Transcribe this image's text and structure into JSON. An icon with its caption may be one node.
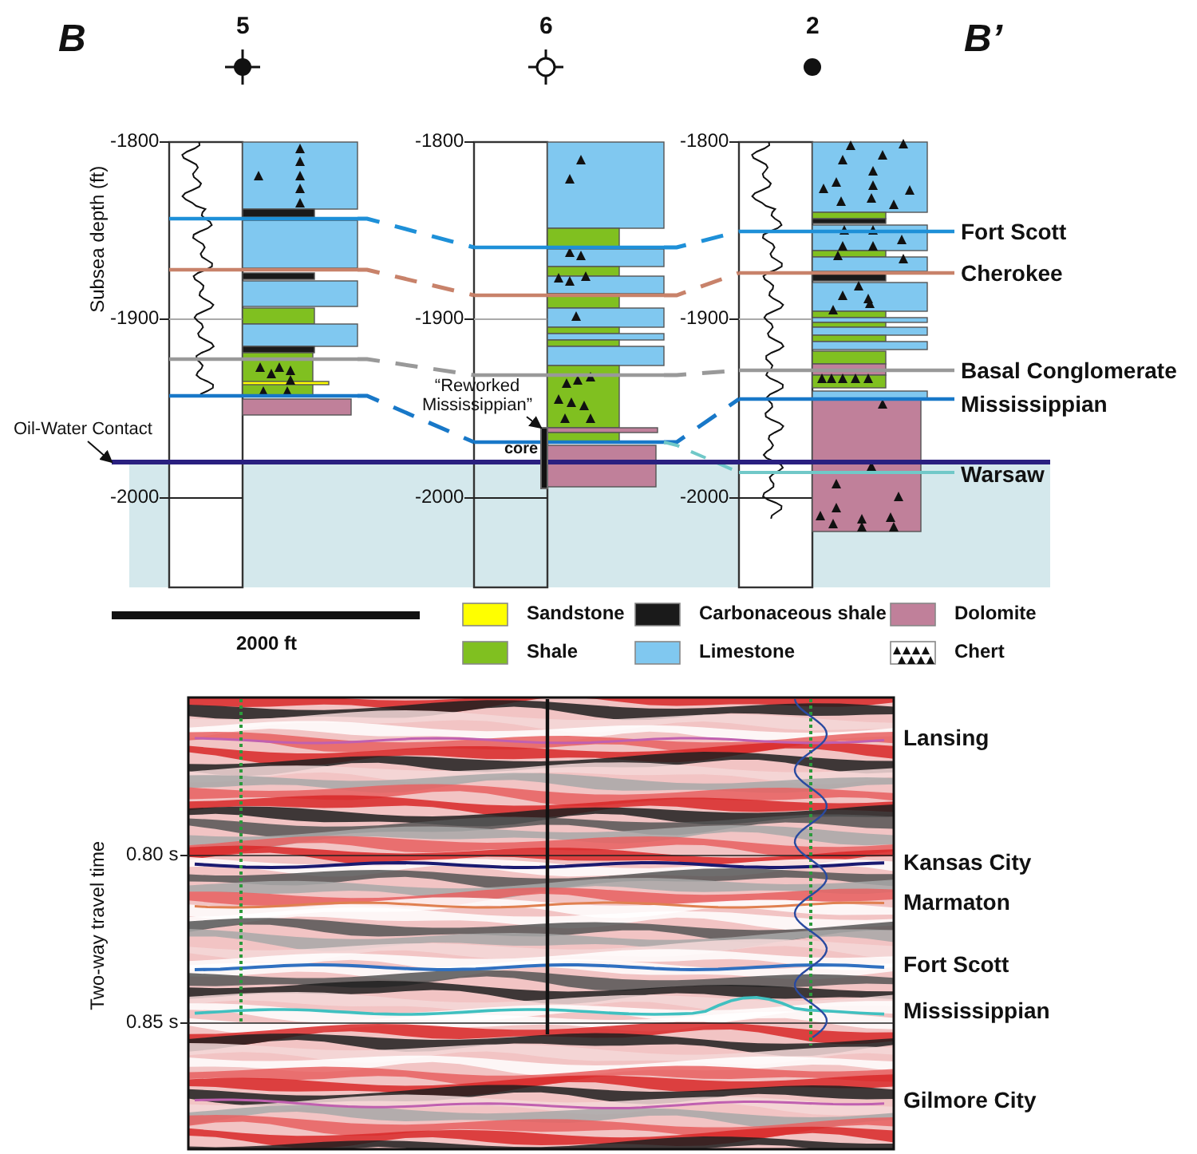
{
  "diagram": {
    "nodes": [
      {
        "text": [
          "Oil-Water Contact"
        ]
      },
      {
        "text": [
          "“Reworked Mississippian”"
        ]
      },
      {
        "text": [],
        "shape": "line"
      },
      {
        "text": [],
        "shape": "bar"
      }
    ],
    "edges": [
      {
        "from": 0,
        "to": 2,
        "arrow": "to"
      },
      {
        "from": 1,
        "to": 3,
        "arrow": "to"
      }
    ],
    "labels": [
      "B",
      "5",
      "6",
      "2",
      "B’",
      "-1800",
      "-1800",
      "-1800",
      "Fort Scott",
      "Cherokee",
      "Subsea depth (ft)",
      "-1900",
      "-1900",
      "-1900",
      "Basal Conglomerate",
      "Mississippian",
      "core",
      "Warsaw",
      "-2000",
      "-2000",
      "-2000",
      "2000 ft",
      "Lansing",
      "Two-way travel time",
      "0.80 s",
      "Kansas City",
      "Marmaton",
      "Fort Scott",
      "0.85 s",
      "Mississippian",
      "Gilmore City"
    ],
    "legend": [
      {
        "text": "Sandstone",
        "color": "#ffff00"
      },
      {
        "text": "Carbonaceous shale",
        "color": "#1a1a1a"
      },
      {
        "text": "Dolomite",
        "color": "#c0809a"
      },
      {
        "text": "Shale",
        "color": "#80c020"
      },
      {
        "text": "Limestone",
        "color": "#80c8f0"
      },
      {
        "text": "Chert"
      }
    ]
  }
}
